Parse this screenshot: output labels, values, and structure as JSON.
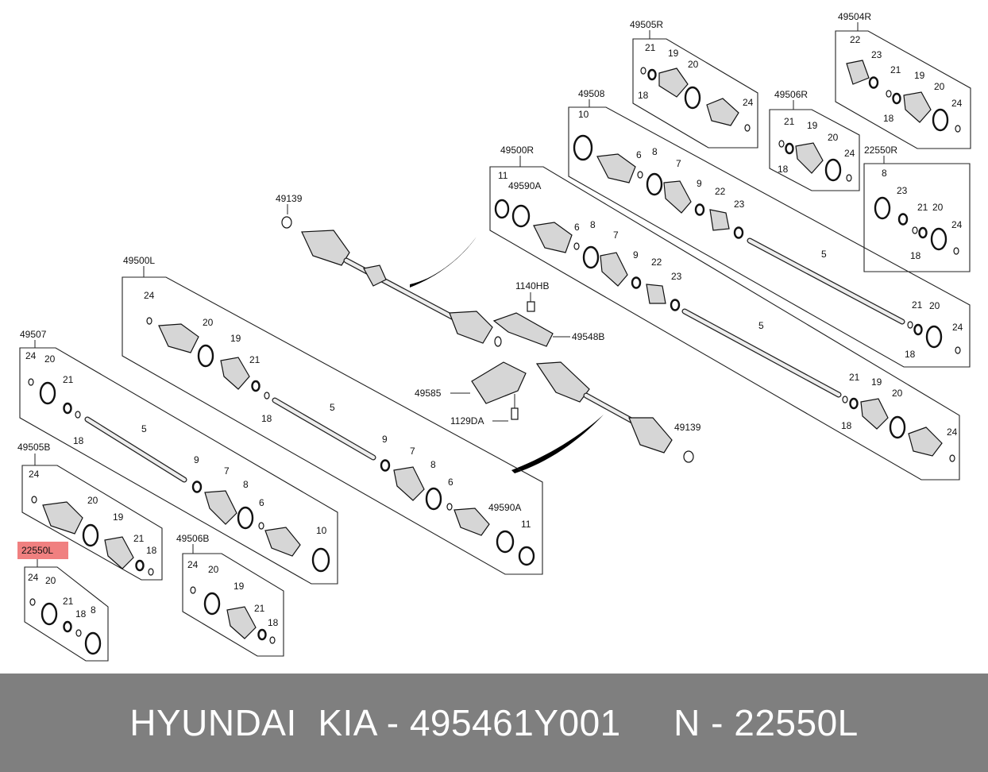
{
  "banner": {
    "text": "HYUNDAI  KIA - 495461Y001     N - 22550L"
  },
  "highlight_color": "#f08080",
  "groups": {
    "g49505R": {
      "title": "49505R",
      "nums": [
        "21",
        "19",
        "20",
        "18",
        "24"
      ]
    },
    "g49504R": {
      "title": "49504R",
      "nums": [
        "22",
        "23",
        "21",
        "19",
        "20",
        "18",
        "24"
      ]
    },
    "g49506R": {
      "title": "49506R",
      "nums": [
        "21",
        "19",
        "20",
        "18",
        "24"
      ]
    },
    "g22550R": {
      "title": "22550R",
      "nums": [
        "8",
        "23",
        "21",
        "20",
        "24",
        "18"
      ]
    },
    "g49508": {
      "title": "49508",
      "nums": [
        "10",
        "6",
        "8",
        "7",
        "9",
        "22",
        "23",
        "5",
        "21",
        "20",
        "18",
        "24"
      ]
    },
    "g49500R": {
      "title": "49500R",
      "nums": [
        "11",
        "49590A",
        "6",
        "8",
        "7",
        "9",
        "22",
        "23",
        "5",
        "21",
        "19",
        "20",
        "18",
        "24"
      ]
    },
    "g49500L": {
      "title": "49500L",
      "nums": [
        "24",
        "20",
        "19",
        "21",
        "18",
        "5",
        "9",
        "7",
        "8",
        "6",
        "49590A",
        "11"
      ]
    },
    "g49507": {
      "title": "49507",
      "nums": [
        "24",
        "20",
        "21",
        "18",
        "5",
        "9",
        "7",
        "8",
        "6",
        "10"
      ]
    },
    "g49505B": {
      "title": "49505B",
      "nums": [
        "24",
        "20",
        "19",
        "21",
        "18"
      ]
    },
    "g49506B": {
      "title": "49506B",
      "nums": [
        "24",
        "20",
        "19",
        "21",
        "18"
      ]
    },
    "g22550L": {
      "title": "22550L",
      "nums": [
        "24",
        "20",
        "21",
        "18",
        "8"
      ]
    }
  },
  "loose": {
    "l49139a": "49139",
    "l49139b": "49139",
    "l1140HB": "1140HB",
    "l49548B": "49548B",
    "l49585": "49585",
    "l1129DA": "1129DA"
  }
}
